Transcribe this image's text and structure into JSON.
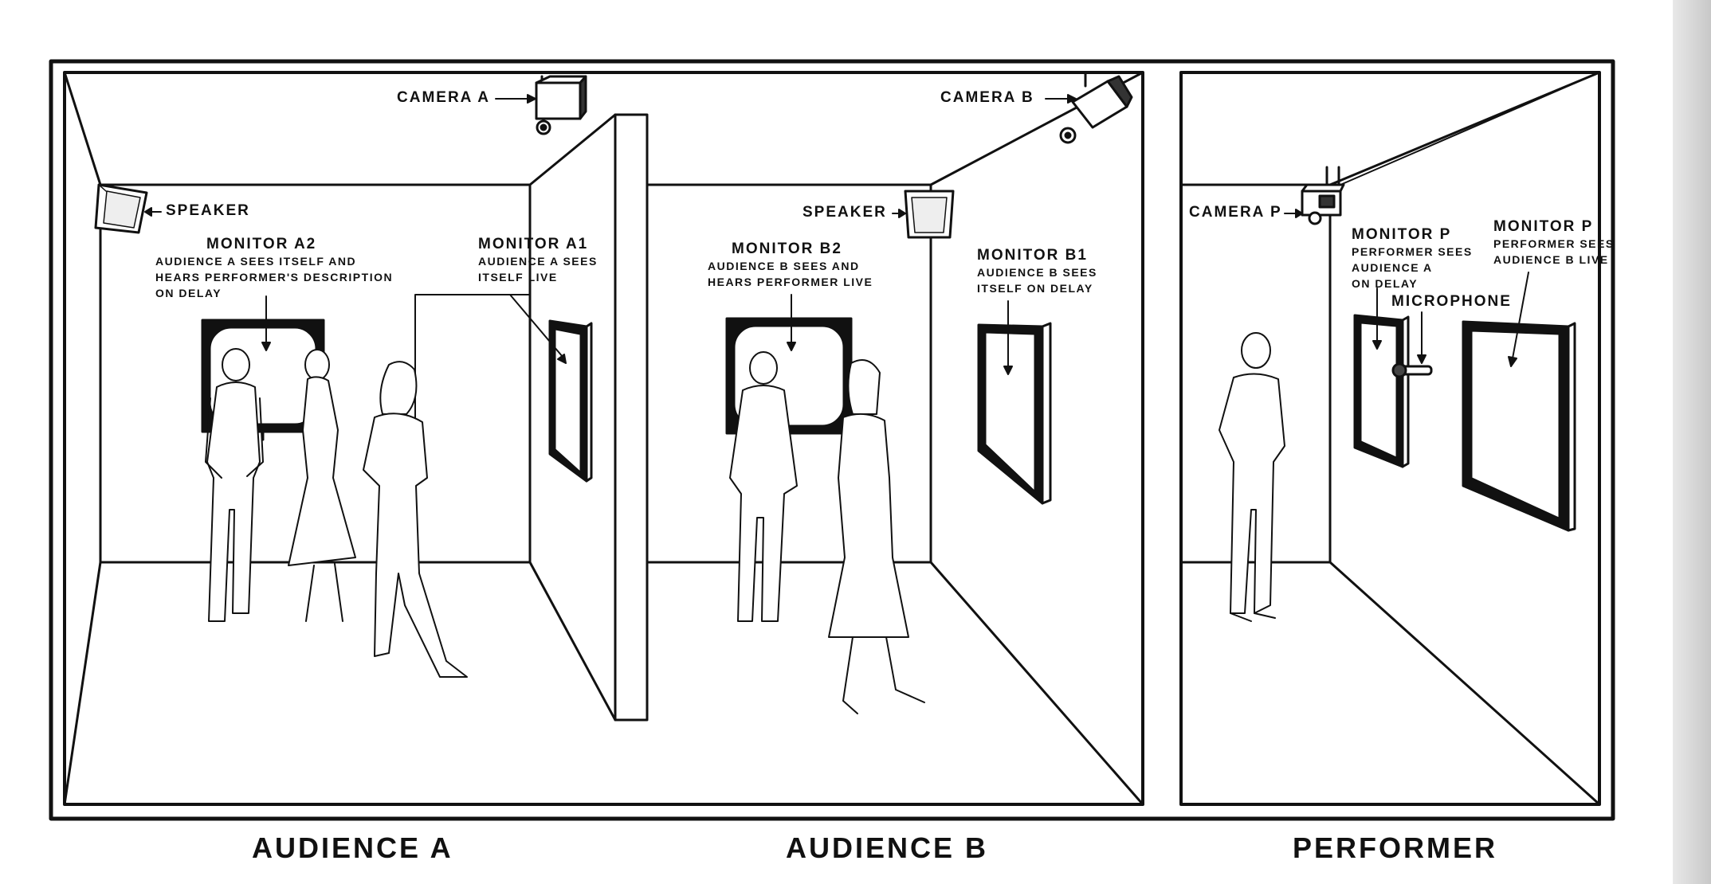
{
  "rooms": {
    "audience_a": "AUDIENCE A",
    "audience_b": "AUDIENCE B",
    "performer": "PERFORMER"
  },
  "labels": {
    "camera_a": "CAMERA A",
    "camera_b": "CAMERA B",
    "camera_p": "CAMERA P",
    "speaker_a": "SPEAKER",
    "speaker_b": "SPEAKER",
    "microphone": "MICROPHONE"
  },
  "monitors": {
    "a2": {
      "title": "MONITOR A2",
      "lines": [
        "AUDIENCE A SEES ITSELF AND",
        "HEARS PERFORMER'S DESCRIPTION",
        "ON DELAY"
      ]
    },
    "a1": {
      "title": "MONITOR A1",
      "lines": [
        "AUDIENCE A SEES",
        "ITSELF LIVE"
      ]
    },
    "b2": {
      "title": "MONITOR B2",
      "lines": [
        "AUDIENCE B SEES AND",
        "HEARS PERFORMER LIVE"
      ]
    },
    "b1": {
      "title": "MONITOR B1",
      "lines": [
        "AUDIENCE B SEES",
        "ITSELF ON DELAY"
      ]
    },
    "p_delay": {
      "title": "MONITOR P",
      "lines": [
        "PERFORMER SEES",
        "AUDIENCE A",
        "ON DELAY"
      ]
    },
    "p_live": {
      "title": "MONITOR P",
      "lines": [
        "PERFORMER SEES",
        "AUDIENCE B LIVE"
      ]
    }
  }
}
